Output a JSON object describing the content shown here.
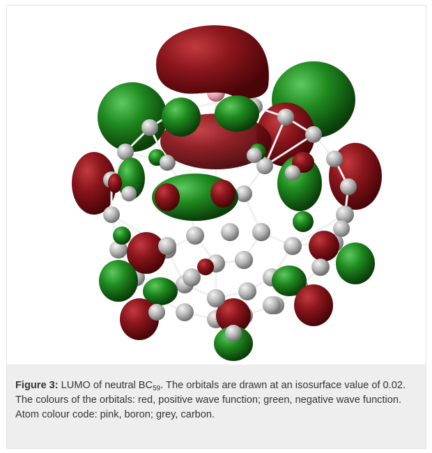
{
  "figure": {
    "label": "Figure 3:",
    "text_before_sub": " LUMO of neutral BC",
    "subscript": "59",
    "text_after_sub": ". The orbitals are drawn at an isosurface value of 0.02. The colours of the orbitals: red, positive wave function; green, negative wave function. Atom colour code: pink, boron; grey, carbon."
  },
  "colors": {
    "positive_lobe": "#7a1016",
    "negative_lobe": "#1d7a1d",
    "carbon_atom": "#b8b8b8",
    "boron_atom": "#e8a0b0",
    "bond": "#f2f2f2",
    "caption_background": "#eeeeee"
  }
}
